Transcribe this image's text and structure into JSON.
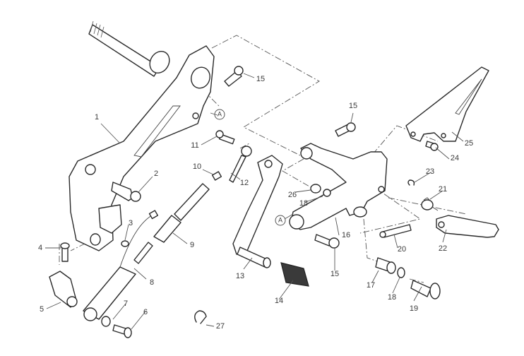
{
  "diagram": {
    "type": "exploded-parts-view",
    "reference_marker": "A",
    "callouts": [
      {
        "id": "1",
        "part": "rider-footpeg-bracket"
      },
      {
        "id": "2",
        "part": "bracket-screw"
      },
      {
        "id": "3",
        "part": "plug"
      },
      {
        "id": "4",
        "part": "screw"
      },
      {
        "id": "5",
        "part": "clamp-end"
      },
      {
        "id": "6",
        "part": "screw"
      },
      {
        "id": "7",
        "part": "washer"
      },
      {
        "id": "8",
        "part": "gearchange-sensor-rod"
      },
      {
        "id": "9",
        "part": "linkage-rod"
      },
      {
        "id": "10",
        "part": "nut"
      },
      {
        "id": "11",
        "part": "screw"
      },
      {
        "id": "12",
        "part": "rod-end"
      },
      {
        "id": "13",
        "part": "gear-lever"
      },
      {
        "id": "14",
        "part": "rubber-pad"
      },
      {
        "id": "15",
        "part": "screw"
      },
      {
        "id": "16",
        "part": "passenger-footpeg-bracket"
      },
      {
        "id": "17",
        "part": "bushing"
      },
      {
        "id": "18",
        "part": "o-ring"
      },
      {
        "id": "19",
        "part": "pin"
      },
      {
        "id": "20",
        "part": "footpeg-pin"
      },
      {
        "id": "21",
        "part": "spring"
      },
      {
        "id": "22",
        "part": "passenger-footpeg"
      },
      {
        "id": "23",
        "part": "circlip"
      },
      {
        "id": "24",
        "part": "screw"
      },
      {
        "id": "25",
        "part": "heel-guard"
      },
      {
        "id": "26",
        "part": "washer"
      },
      {
        "id": "27",
        "part": "clip"
      }
    ]
  },
  "labels": {
    "c1": "1",
    "c2": "2",
    "c3": "3",
    "c4": "4",
    "c5": "5",
    "c6": "6",
    "c7": "7",
    "c8": "8",
    "c9": "9",
    "c10": "10",
    "c11": "11",
    "c12": "12",
    "c13": "13",
    "c14": "14",
    "c15a": "15",
    "c15b": "15",
    "c15c": "15",
    "c16": "16",
    "c17": "17",
    "c18a": "18",
    "c18b": "18",
    "c19": "19",
    "c20": "20",
    "c21": "21",
    "c22": "22",
    "c23": "23",
    "c24": "24",
    "c25": "25",
    "c26": "26",
    "c27": "27",
    "refA1": "A",
    "refA2": "A"
  },
  "colors": {
    "line": "#2a2a2a",
    "pad": "#3a3a3a",
    "background": "#ffffff"
  }
}
